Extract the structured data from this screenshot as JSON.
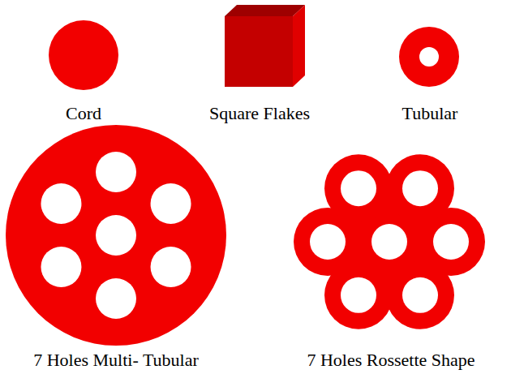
{
  "diagram": {
    "labels": [
      "Cord",
      "Square Flakes",
      "Tubular",
      "7 Holes Multi- Tubular",
      "7 Holes Rossette Shape"
    ]
  }
}
